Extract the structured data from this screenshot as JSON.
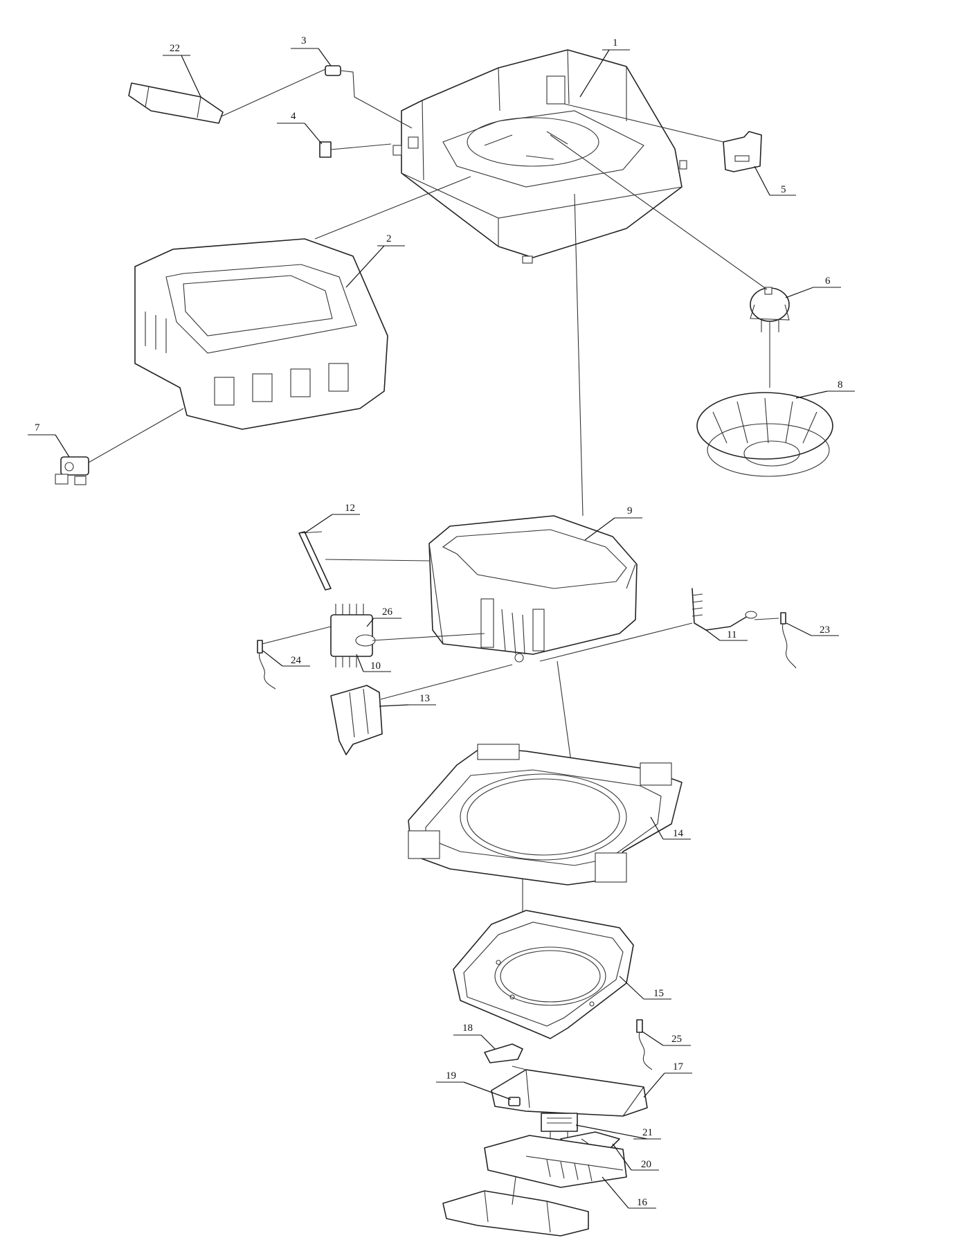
{
  "diagram": {
    "callouts": [
      {
        "id": "callout-1",
        "label": "1"
      },
      {
        "id": "callout-2",
        "label": "2"
      },
      {
        "id": "callout-3",
        "label": "3"
      },
      {
        "id": "callout-4",
        "label": "4"
      },
      {
        "id": "callout-5",
        "label": "5"
      },
      {
        "id": "callout-6",
        "label": "6"
      },
      {
        "id": "callout-7",
        "label": "7"
      },
      {
        "id": "callout-8",
        "label": "8"
      },
      {
        "id": "callout-9",
        "label": "9"
      },
      {
        "id": "callout-10",
        "label": "10"
      },
      {
        "id": "callout-11",
        "label": "11"
      },
      {
        "id": "callout-12",
        "label": "12"
      },
      {
        "id": "callout-13",
        "label": "13"
      },
      {
        "id": "callout-14",
        "label": "14"
      },
      {
        "id": "callout-15",
        "label": "15"
      },
      {
        "id": "callout-16",
        "label": "16"
      },
      {
        "id": "callout-17",
        "label": "17"
      },
      {
        "id": "callout-18",
        "label": "18"
      },
      {
        "id": "callout-19",
        "label": "19"
      },
      {
        "id": "callout-20",
        "label": "20"
      },
      {
        "id": "callout-21",
        "label": "21"
      },
      {
        "id": "callout-22",
        "label": "22"
      },
      {
        "id": "callout-23",
        "label": "23"
      },
      {
        "id": "callout-24",
        "label": "24"
      },
      {
        "id": "callout-25",
        "label": "25"
      },
      {
        "id": "callout-26",
        "label": "26"
      }
    ]
  }
}
